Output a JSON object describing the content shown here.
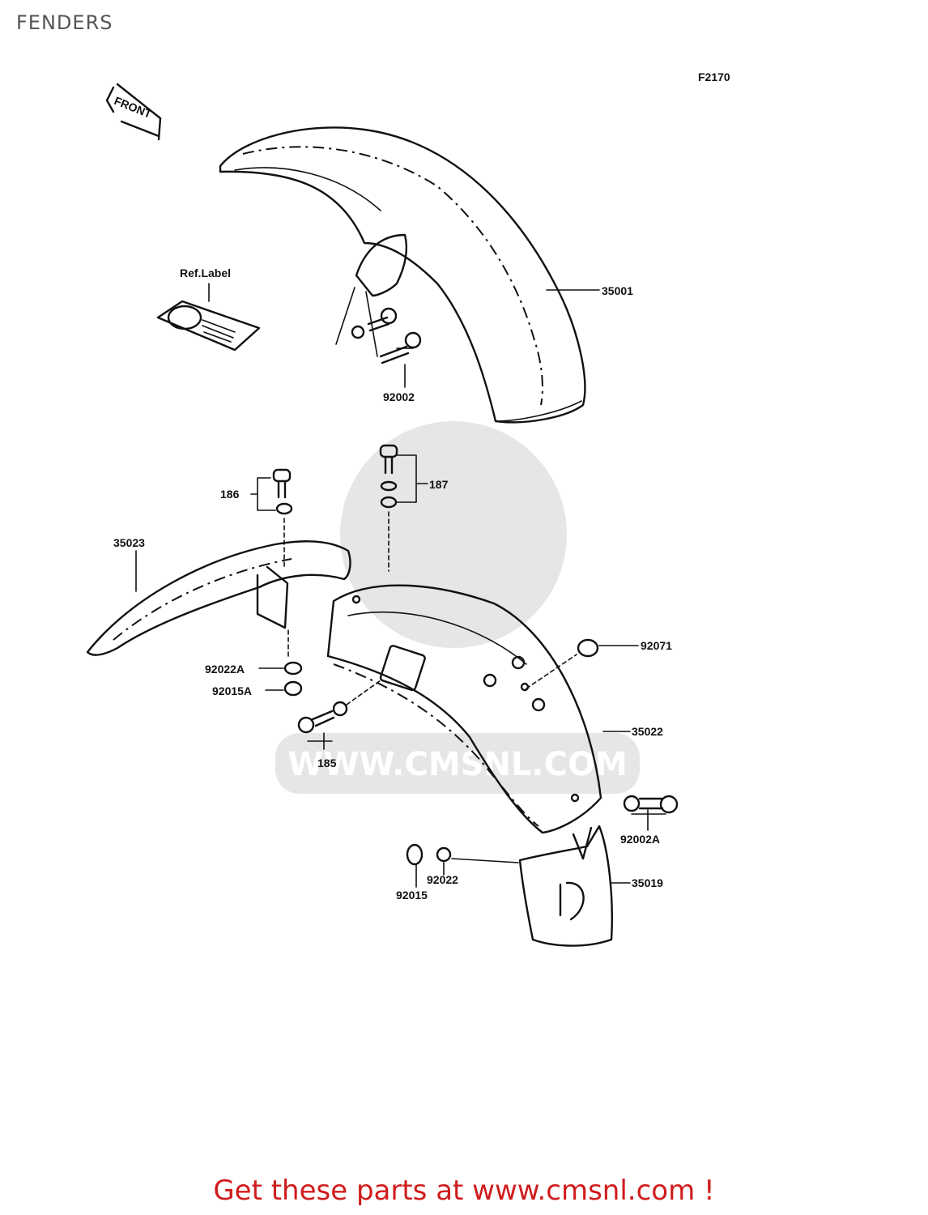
{
  "header": {
    "title": "FENDERS",
    "figure_code": "F2170"
  },
  "orientation_label": "FRONT",
  "watermark": {
    "text": "WWW.CMSNL.COM"
  },
  "parts": [
    {
      "number": "35001"
    },
    {
      "number": "92002"
    },
    {
      "number": "Ref.Label"
    },
    {
      "number": "186"
    },
    {
      "number": "187"
    },
    {
      "number": "35023"
    },
    {
      "number": "92022A"
    },
    {
      "number": "92015A"
    },
    {
      "number": "92071"
    },
    {
      "number": "35022"
    },
    {
      "number": "185"
    },
    {
      "number": "92002A"
    },
    {
      "number": "92022"
    },
    {
      "number": "92015"
    },
    {
      "number": "35019"
    }
  ],
  "footer": {
    "promo": "Get these parts at www.cmsnl.com !",
    "promo_color": "#d01c1c"
  }
}
